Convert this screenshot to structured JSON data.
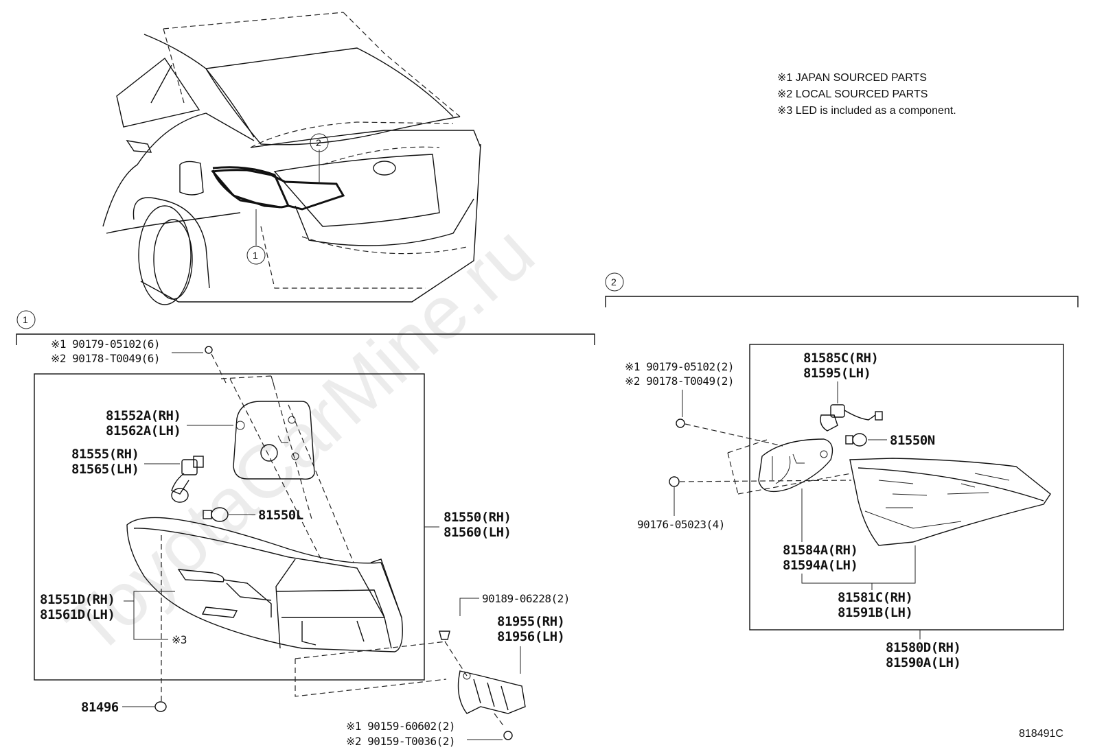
{
  "notes": [
    "※1 JAPAN SOURCED PARTS",
    "※2 LOCAL SOURCED PARTS",
    "※3 LED is included as a component."
  ],
  "watermark": "ToyotaCarMine.ru",
  "diagram_id": "818491C",
  "callouts": {
    "one": "1",
    "two": "2"
  },
  "section1": {
    "bolt_a": "※1 90179-05102(6)",
    "bolt_b": "※2 90178-T0049(6)",
    "gasket_rh": "81552A(RH)",
    "gasket_lh": "81562A(LH)",
    "socket_rh": "81555(RH)",
    "socket_lh": "81565(LH)",
    "bulb": "81550L",
    "lamp_rh": "81550(RH)",
    "lamp_lh": "81560(LH)",
    "lens_rh": "81551D(RH)",
    "lens_lh": "81561D(LH)",
    "led_note": "※3",
    "clip": "81496",
    "screw": "90189-06228(2)",
    "bracket_rh": "81955(RH)",
    "bracket_lh": "81956(LH)",
    "nut_a": "※1 90159-60602(2)",
    "nut_b": "※2 90159-T0036(2)"
  },
  "section2": {
    "bolt_a": "※1 90179-05102(2)",
    "bolt_b": "※2 90178-T0049(2)",
    "socket_rh": "81585C(RH)",
    "socket_lh": "81595(LH)",
    "bulb": "81550N",
    "grommet": "90176-05023(4)",
    "gasket_rh": "81584A(RH)",
    "gasket_lh": "81594A(LH)",
    "lens_rh": "81581C(RH)",
    "lens_lh": "81591B(LH)",
    "lamp_rh": "81580D(RH)",
    "lamp_lh": "81590A(LH)"
  }
}
